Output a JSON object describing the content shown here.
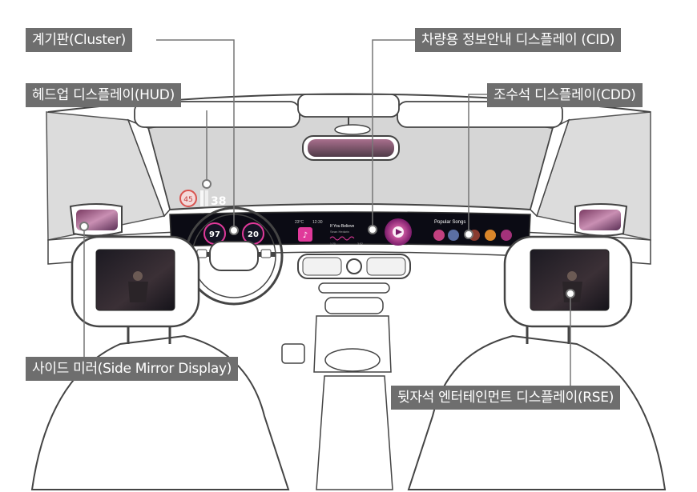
{
  "labels": {
    "cluster": "계기판(Cluster)",
    "cid": "차량용 정보안내 디스플레이 (CID)",
    "hud": "헤드업 디스플레이(HUD)",
    "cdd": "조수석 디스플레이(CDD)",
    "side_mirror": "사이드 미러(Side Mirror Display)",
    "rse": "뒷자석 엔터테인먼트 디스플레이(RSE)"
  },
  "hud": {
    "speed_limit": "45",
    "speed": "38"
  },
  "cluster_screen": {
    "left_gauge": "97",
    "right_gauge": "20"
  },
  "cid_screen": {
    "temperature": "23°C",
    "clock": "12:30",
    "track_title": "If You Believe",
    "track_artist": "Sean Hedwin",
    "elapsed": "1:20",
    "duration": "3:52"
  },
  "cdd_screen": {
    "heading": "Popular Songs"
  },
  "colors": {
    "label_bg": "#6e6e6e",
    "leader_line": "#777777",
    "marker": "#ffffff",
    "dash_display": "#0b0b14",
    "accent": "#e0399a"
  }
}
